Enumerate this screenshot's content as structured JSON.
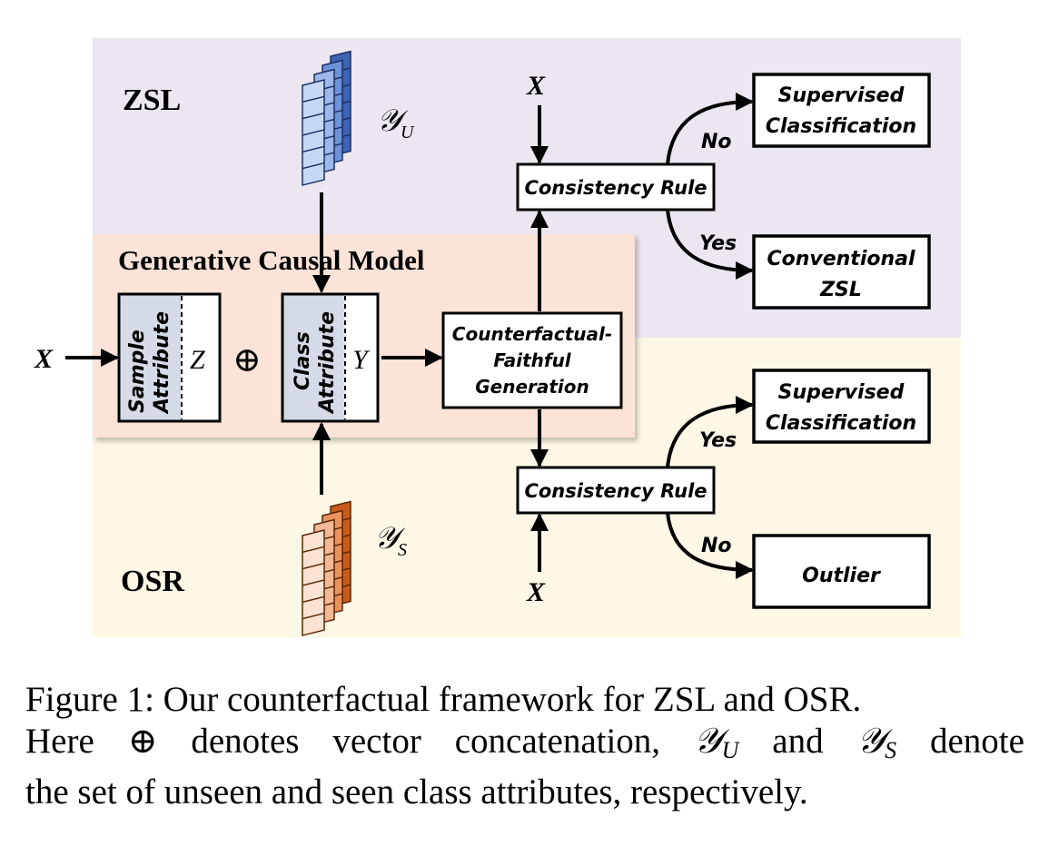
{
  "regions": {
    "zsl_label": "ZSL",
    "osr_label": "OSR",
    "gcm_title": "Generative Causal Model"
  },
  "symbols": {
    "x": "X",
    "z": "Z",
    "y": "Y",
    "oplus": "⊕",
    "yu_main": "𝒴",
    "yu_sub": "U",
    "ys_main": "𝒴",
    "ys_sub": "S"
  },
  "boxes": {
    "sample_attr_line1": "Sample",
    "sample_attr_line2": "Attribute",
    "class_attr_line1": "Class",
    "class_attr_line2": "Attribute",
    "cfg_line1": "Counterfactual-",
    "cfg_line2": "Faithful",
    "cfg_line3": "Generation",
    "consistency_top": "Consistency Rule",
    "consistency_bottom": "Consistency Rule",
    "sup_cls_top_line1": "Supervised",
    "sup_cls_top_line2": "Classification",
    "conv_zsl_line1": "Conventional",
    "conv_zsl_line2": "ZSL",
    "sup_cls_bottom_line1": "Supervised",
    "sup_cls_bottom_line2": "Classification",
    "outlier": "Outlier"
  },
  "edges": {
    "top_no": "No",
    "top_yes": "Yes",
    "bottom_yes": "Yes",
    "bottom_no": "No"
  },
  "caption": {
    "line1": "Figure 1: Our counterfactual framework for ZSL and OSR.",
    "line2_a": "Here",
    "line2_oplus": "⊕",
    "line2_b": "denotes",
    "line2_c": "vector",
    "line2_d": "concatenation,",
    "line2_yu": "𝒴",
    "line2_yu_sub": "U",
    "line2_e": "and",
    "line2_ys": "𝒴",
    "line2_ys_sub": "S",
    "line2_f": "denote",
    "line3": "the set of unseen and seen class attributes, respectively."
  },
  "colors": {
    "zsl_bg": "#ebe6ef",
    "osr_bg": "#fdf8e6",
    "gcm_bg": "#fbe3d7",
    "attr_box": "#d5dbe6",
    "blue_dark": "#3e64b4",
    "blue_light": "#b7cdf2",
    "orange_dark": "#c95b1a",
    "orange_light": "#f8d7c4"
  }
}
